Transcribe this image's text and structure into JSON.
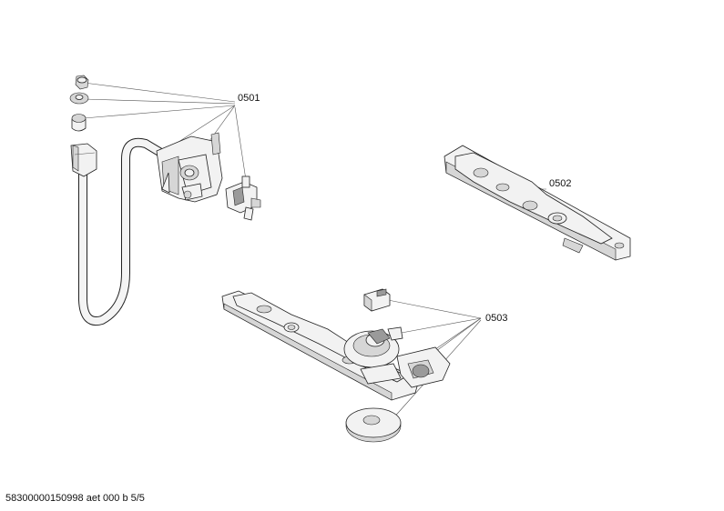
{
  "callouts": {
    "c0501": "0501",
    "c0502": "0502",
    "c0503": "0503"
  },
  "footer": {
    "text": "58300000150998 aet 000 b 5/5"
  }
}
